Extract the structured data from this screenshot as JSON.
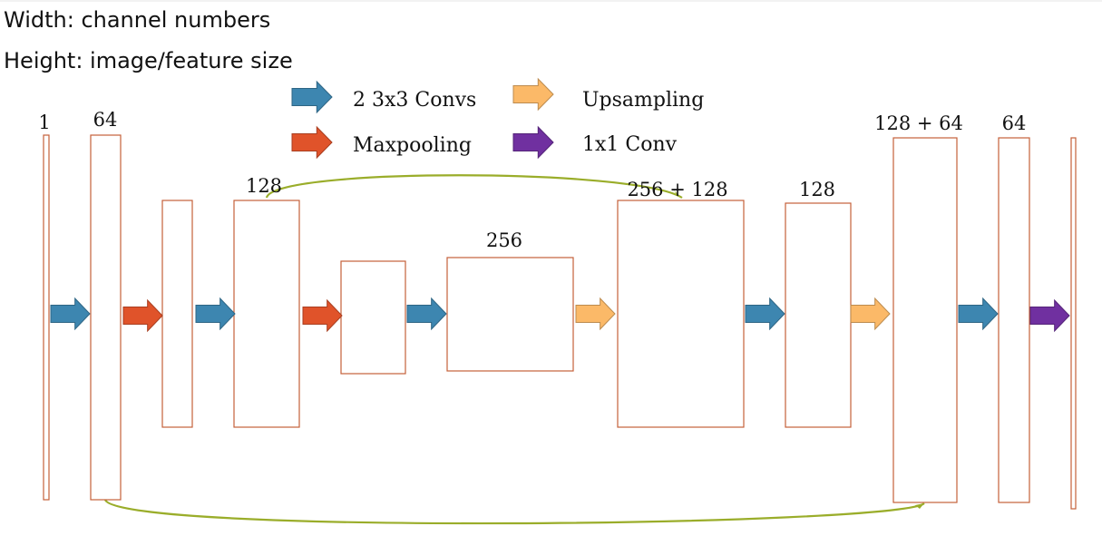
{
  "notes": {
    "width_note": "Width: channel numbers",
    "height_note": "Height: image/feature size"
  },
  "legend": [
    {
      "key": "conv",
      "label": "2 3x3 Convs",
      "color": "#3d86b0"
    },
    {
      "key": "pool",
      "label": "Maxpooling",
      "color": "#e0532a"
    },
    {
      "key": "up",
      "label": "Upsampling",
      "color": "#fbb968"
    },
    {
      "key": "final",
      "label": "1x1 Conv",
      "color": "#7030a0"
    }
  ],
  "blocks": [
    {
      "label": "1"
    },
    {
      "label": "64"
    },
    {
      "label": ""
    },
    {
      "label": "128"
    },
    {
      "label": ""
    },
    {
      "label": "256"
    },
    {
      "label": "256 + 128"
    },
    {
      "label": "128"
    },
    {
      "label": "128 + 64"
    },
    {
      "label": "64"
    },
    {
      "label": ""
    }
  ],
  "arrows": [
    "conv",
    "pool",
    "conv",
    "pool",
    "conv",
    "up",
    "conv",
    "up",
    "conv",
    "final"
  ],
  "skips": [
    {
      "from_block": 3,
      "to_block": 6
    },
    {
      "from_block": 1,
      "to_block": 8
    }
  ],
  "colors": {
    "block_border": "#c5603a",
    "skip_line": "#9aad2a",
    "text": "#111111"
  }
}
